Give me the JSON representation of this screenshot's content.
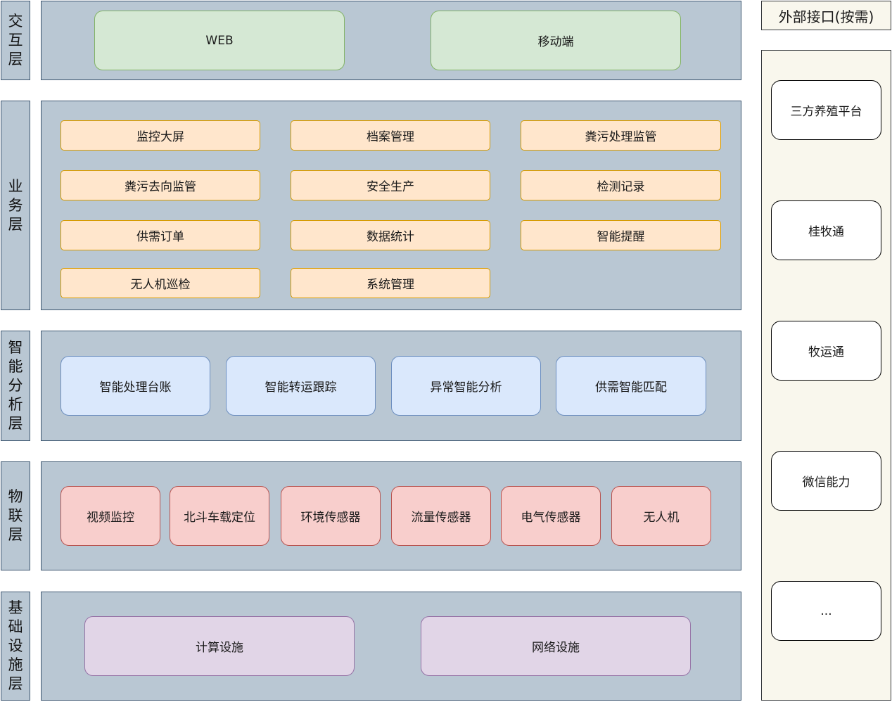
{
  "layers": {
    "interaction": {
      "label": [
        "交",
        "互",
        "层"
      ],
      "items": [
        "WEB",
        "移动端"
      ]
    },
    "business": {
      "label": [
        "业",
        "务",
        "层"
      ],
      "items": [
        "监控大屏",
        "档案管理",
        "粪污处理监管",
        "粪污去向监管",
        "安全生产",
        "检测记录",
        "供需订单",
        "数据统计",
        "智能提醒",
        "无人机巡检",
        "系统管理"
      ]
    },
    "analysis": {
      "label": [
        "智",
        "能",
        "分",
        "析",
        "层"
      ],
      "items": [
        "智能处理台账",
        "智能转运跟踪",
        "异常智能分析",
        "供需智能匹配"
      ]
    },
    "iot": {
      "label": [
        "物",
        "联",
        "层"
      ],
      "items": [
        "视频监控",
        "北斗车载定位",
        "环境传感器",
        "流量传感器",
        "电气传感器",
        "无人机"
      ]
    },
    "infra": {
      "label": [
        "基",
        "础",
        "设",
        "施",
        "层"
      ],
      "items": [
        "计算设施",
        "网络设施"
      ]
    }
  },
  "external": {
    "title": "外部接口(按需)",
    "items": [
      "三方养殖平台",
      "桂牧通",
      "牧运通",
      "微信能力",
      "..."
    ]
  },
  "colors": {
    "panel": "#b9c7d3",
    "panel_border": "#3c5670",
    "green": "#d5e8d4",
    "orange": "#ffe6cc",
    "blue": "#dae8fc",
    "red": "#f8cecc",
    "purple": "#e1d5e7",
    "external_bg": "#f9f7ed"
  }
}
